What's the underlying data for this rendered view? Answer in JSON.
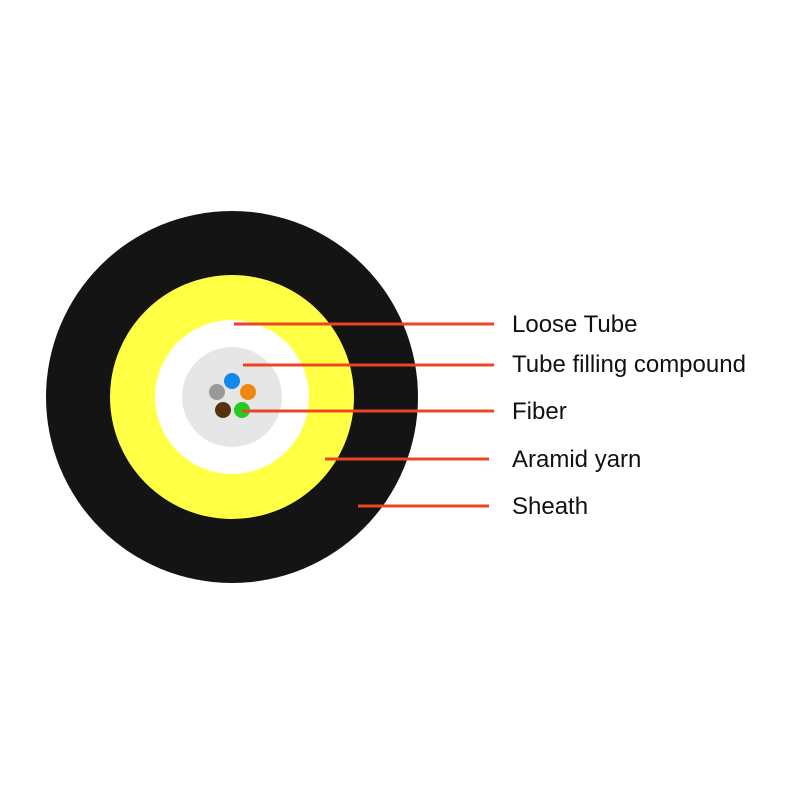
{
  "colors": {
    "background": "#ffffff",
    "sheath": "#141414",
    "aramid_yarn": "#ffff44",
    "loose_tube": "#ffffff",
    "filling_compound": "#e6e6e6",
    "leader_line": "#ee4422"
  },
  "fibers": [
    {
      "name": "blue",
      "color": "#1188ee"
    },
    {
      "name": "orange",
      "color": "#ee8811"
    },
    {
      "name": "gray",
      "color": "#999999"
    },
    {
      "name": "brown",
      "color": "#553311"
    },
    {
      "name": "green",
      "color": "#22cc22"
    }
  ],
  "labels": {
    "loose_tube": "Loose Tube",
    "filling_compound": "Tube filling compound",
    "fiber": "Fiber",
    "aramid_yarn": "Aramid yarn",
    "sheath": "Sheath"
  }
}
